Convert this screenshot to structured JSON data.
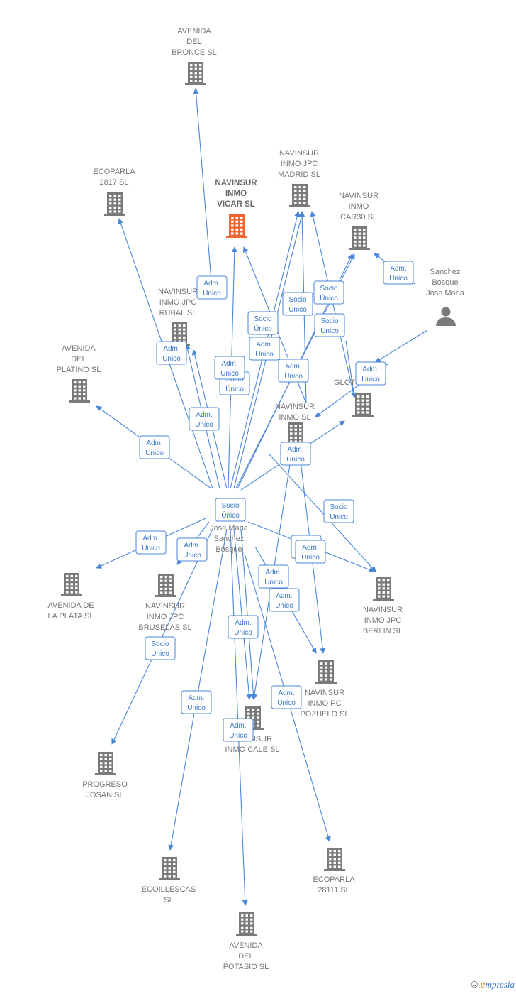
{
  "colors": {
    "edge": "#4a86d8",
    "building": "#7a7a7a",
    "focus_building": "#f26530",
    "person": "#7a7a7a"
  },
  "nodes": [
    {
      "id": "avenida-bronce",
      "type": "building",
      "lines": [
        "AVENIDA",
        "DEL",
        "BRONCE SL"
      ]
    },
    {
      "id": "ecoparla-2817",
      "type": "building",
      "lines": [
        "ECOPARLA",
        "2817  SL"
      ]
    },
    {
      "id": "navinsur-vicar",
      "type": "building",
      "focus": true,
      "lines": [
        "NAVINSUR",
        "INMO",
        "VICAR  SL"
      ]
    },
    {
      "id": "navinsur-madrid",
      "type": "building",
      "lines": [
        "NAVINSUR",
        "INMO JPC",
        "MADRID  SL"
      ]
    },
    {
      "id": "navinsur-car30",
      "type": "building",
      "lines": [
        "NAVINSUR",
        "INMO",
        "CAR30  SL"
      ]
    },
    {
      "id": "sanchez-bosque",
      "type": "person",
      "lines": [
        "Sanchez",
        "Bosque",
        "Jose Maria"
      ]
    },
    {
      "id": "navinsur-rubal",
      "type": "building",
      "lines": [
        "NAVINSUR",
        "INMO JPC",
        "RUBAL  SL"
      ]
    },
    {
      "id": "avenida-platino",
      "type": "building",
      "lines": [
        "AVENIDA",
        "DEL",
        "PLATINO SL"
      ]
    },
    {
      "id": "glot",
      "type": "building",
      "lines": [
        "GLOT"
      ]
    },
    {
      "id": "navinsur-inmo",
      "type": "building",
      "lines": [
        "NAVINSUR",
        "INMO  SL"
      ]
    },
    {
      "id": "jose-maria",
      "type": "person",
      "lines": [
        "Jose Maria",
        "Sanchez",
        "Bosque"
      ]
    },
    {
      "id": "avenida-plata",
      "type": "building",
      "lines": [
        "AVENIDA DE",
        "LA PLATA SL"
      ]
    },
    {
      "id": "navinsur-bruselas",
      "type": "building",
      "lines": [
        "NAVINSUR",
        "INMO JPC",
        "BRUSELAS  SL"
      ]
    },
    {
      "id": "navinsur-berlin",
      "type": "building",
      "lines": [
        "NAVINSUR",
        "INMO JPC",
        "BERLIN  SL"
      ]
    },
    {
      "id": "navinsur-pozuelo",
      "type": "building",
      "lines": [
        "NAVINSUR",
        "INMO PC",
        "POZUELO  SL"
      ]
    },
    {
      "id": "navinsur-cale",
      "type": "building",
      "lines": [
        "NAVINSUR",
        "INMO CALE  SL"
      ]
    },
    {
      "id": "progreso-josan",
      "type": "building",
      "lines": [
        "PROGRESO",
        "JOSAN  SL"
      ]
    },
    {
      "id": "ecoillescas",
      "type": "building",
      "lines": [
        "ECOILLESCAS",
        "SL"
      ]
    },
    {
      "id": "ecoparla-28111",
      "type": "building",
      "lines": [
        "ECOPARLA",
        "28111  SL"
      ]
    },
    {
      "id": "avenida-potasio",
      "type": "building",
      "lines": [
        "AVENIDA",
        "DEL",
        "POTASIO SL"
      ]
    }
  ],
  "edge_labels": [
    [
      "Adm.",
      "Unico"
    ],
    [
      "Adm.",
      "Unico"
    ],
    [
      "Adm.",
      "Unico"
    ],
    [
      "Socio",
      "Único"
    ],
    [
      "Socio",
      "Único"
    ],
    [
      "Socio",
      "Único"
    ],
    [
      "Socio",
      "Único"
    ],
    [
      "Adm.",
      "Unico"
    ],
    [
      "Socio",
      "Único"
    ],
    [
      "Adm.",
      "Unico"
    ],
    [
      "Adm.",
      "Unico"
    ],
    [
      "Adm.",
      "Unico"
    ],
    [
      "Adm.",
      "Unico"
    ],
    [
      "Adm.",
      "Unico"
    ],
    [
      "Socio",
      "Único"
    ],
    [
      "Socio",
      "Único"
    ],
    [
      "Socio",
      "Único"
    ],
    [
      "Adm.",
      "Unico"
    ],
    [
      "Adm.",
      "Unico"
    ],
    [
      "Adm.",
      "Unico"
    ],
    [
      "Adm.",
      "Unico"
    ],
    [
      "Adm.",
      "Unico"
    ],
    [
      "Adm.",
      "Unico"
    ],
    [
      "Adm.",
      "Unico"
    ],
    [
      "Socio",
      "Único"
    ],
    [
      "Adm.",
      "Unico"
    ],
    [
      "Adm.",
      "Unico"
    ],
    [
      "Adm.",
      "Unico"
    ],
    [
      "Adm.",
      "Unico"
    ],
    [
      "Adm.",
      "Unico"
    ],
    [
      "Adm.",
      "Unico"
    ]
  ],
  "footer": {
    "copyright": "©",
    "brand_initial": "e",
    "brand_rest": "mpresia"
  }
}
